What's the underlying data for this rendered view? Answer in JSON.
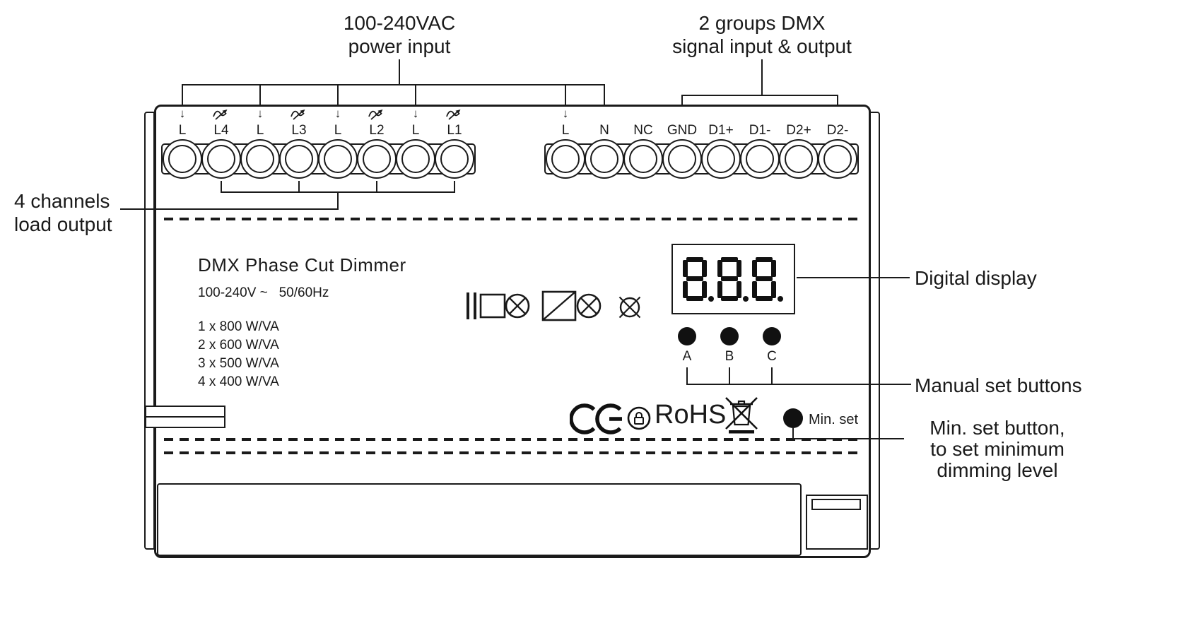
{
  "colors": {
    "line": "#1a1a1a",
    "segment": "#111111",
    "background": "#ffffff"
  },
  "annotations": {
    "power_input": {
      "line1": "100-240VAC",
      "line2": "power input"
    },
    "dmx_io": {
      "line1": "2 groups DMX",
      "line2": "signal input & output"
    },
    "load_output": {
      "line1": "4 channels",
      "line2": "load output"
    },
    "digital_display": "Digital display",
    "manual_buttons": "Manual set buttons",
    "min_set": {
      "line1": "Min. set button,",
      "line2": "to set minimum",
      "line3": "dimming level"
    }
  },
  "terminals": {
    "left": [
      {
        "symbol": "arrow-down",
        "label": "L"
      },
      {
        "symbol": "phase-cut",
        "label": "L4"
      },
      {
        "symbol": "arrow-down",
        "label": "L"
      },
      {
        "symbol": "phase-cut",
        "label": "L3"
      },
      {
        "symbol": "arrow-down",
        "label": "L"
      },
      {
        "symbol": "phase-cut",
        "label": "L2"
      },
      {
        "symbol": "arrow-down",
        "label": "L"
      },
      {
        "symbol": "phase-cut",
        "label": "L1"
      }
    ],
    "right": [
      {
        "symbol": "arrow-down",
        "label": "L"
      },
      {
        "symbol": "none",
        "label": "N"
      },
      {
        "symbol": "none",
        "label": "NC"
      },
      {
        "symbol": "none",
        "label": "GND"
      },
      {
        "symbol": "none",
        "label": "D1+"
      },
      {
        "symbol": "none",
        "label": "D1-"
      },
      {
        "symbol": "none",
        "label": "D2+"
      },
      {
        "symbol": "none",
        "label": "D2-"
      }
    ]
  },
  "front_panel": {
    "title": "DMX Phase Cut Dimmer",
    "rating": "100-240V ~   50/60Hz",
    "power_specs": [
      "1 x 800 W/VA",
      "2 x 600 W/VA",
      "3 x 500 W/VA",
      "4 x 400 W/VA"
    ],
    "display": {
      "value": "8.8.8."
    },
    "buttons": [
      "A",
      "B",
      "C"
    ],
    "min_set_label": "Min. set",
    "rohs_label": "RoHS"
  },
  "icons": [
    "arrow-down-icon",
    "phase-cut-icon",
    "conventional-transformer-load-icon",
    "electronic-transformer-load-icon",
    "incandescent-lamp-icon",
    "ce-mark",
    "rohs-badge-icon",
    "weee-bin-icon"
  ]
}
